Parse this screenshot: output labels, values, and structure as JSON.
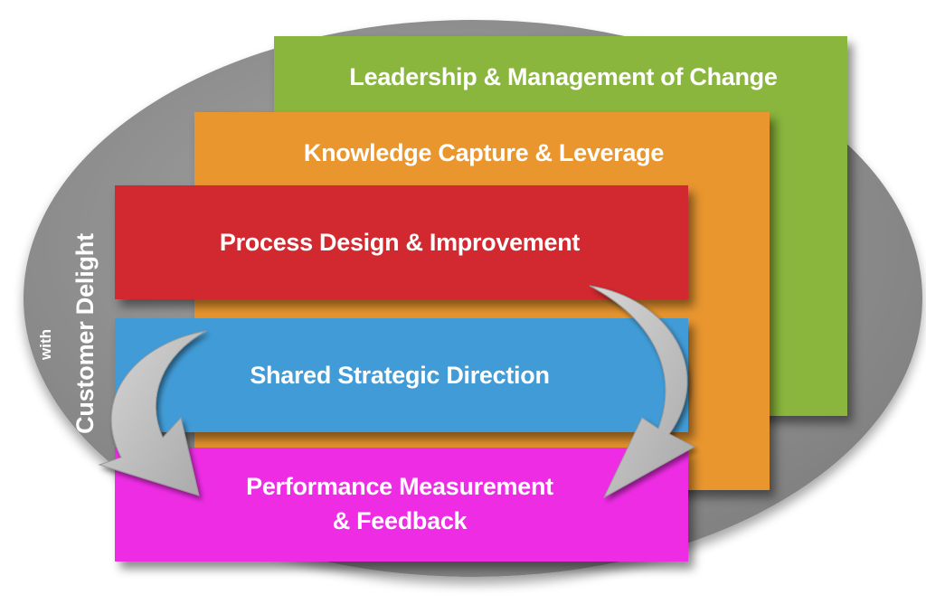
{
  "diagram": {
    "side_label": {
      "prefix": "with",
      "main": "Customer Delight"
    },
    "layers": [
      {
        "id": "leadership",
        "label": "Leadership & Management of Change",
        "color": "#8ab63d"
      },
      {
        "id": "knowledge",
        "label": "Knowledge Capture & Leverage",
        "color": "#e9962f"
      },
      {
        "id": "process",
        "label": "Process Design & Improvement",
        "color": "#d1292f"
      },
      {
        "id": "strategy",
        "label": "Shared Strategic Direction",
        "color": "#419bd6"
      },
      {
        "id": "performance",
        "label_line1": "Performance Measurement",
        "label_line2": "& Feedback",
        "color": "#ee2ce4"
      }
    ],
    "ellipse_color": "#8c8c8c",
    "arrow_color": "#c2c2c2"
  }
}
